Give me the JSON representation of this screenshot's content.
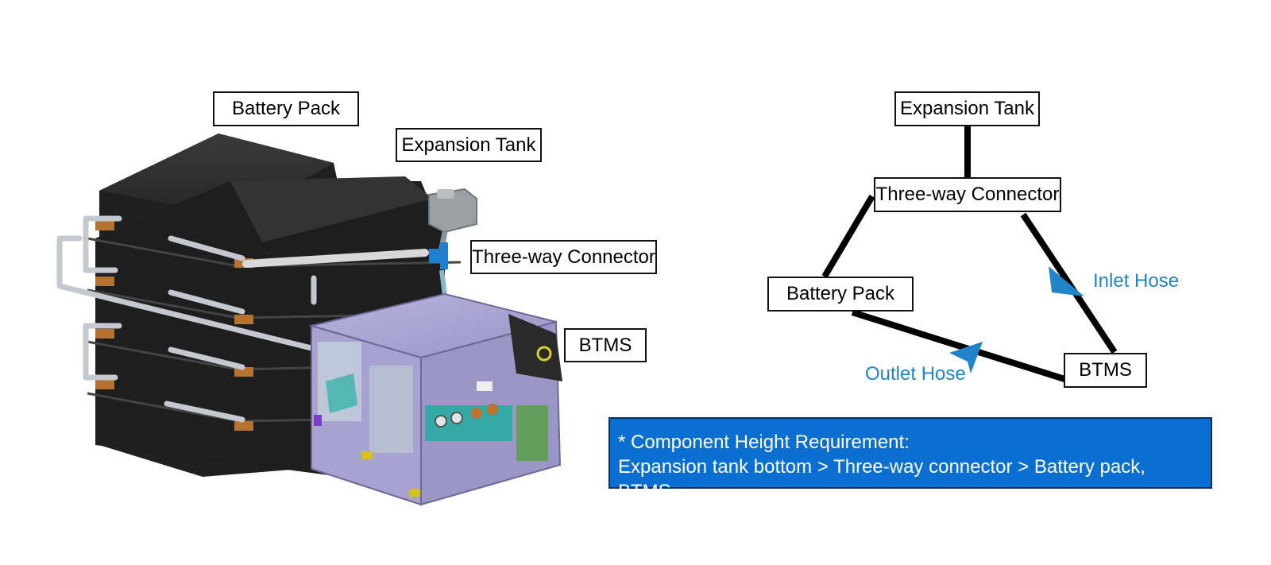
{
  "render": {
    "labels": {
      "battery_pack": "Battery Pack",
      "expansion_tank": "Expansion Tank",
      "three_way_connector": "Three-way Connector",
      "btms": "BTMS"
    }
  },
  "schematic": {
    "nodes": {
      "expansion_tank": "Expansion Tank",
      "three_way_connector": "Three-way Connector",
      "battery_pack": "Battery Pack",
      "btms": "BTMS"
    },
    "hoses": {
      "inlet": "Inlet Hose",
      "outlet": "Outlet Hose"
    }
  },
  "note": {
    "line1": "* Component Height Requirement:",
    "line2": "Expansion tank bottom > Three-way connector > Battery pack, BTMS"
  },
  "colors": {
    "accent_blue": "#1f84c8",
    "note_background": "#0a6fd0",
    "line": "#000000",
    "battery_module": "#2b2b2b",
    "btms_housing": "#a8a2cf"
  }
}
